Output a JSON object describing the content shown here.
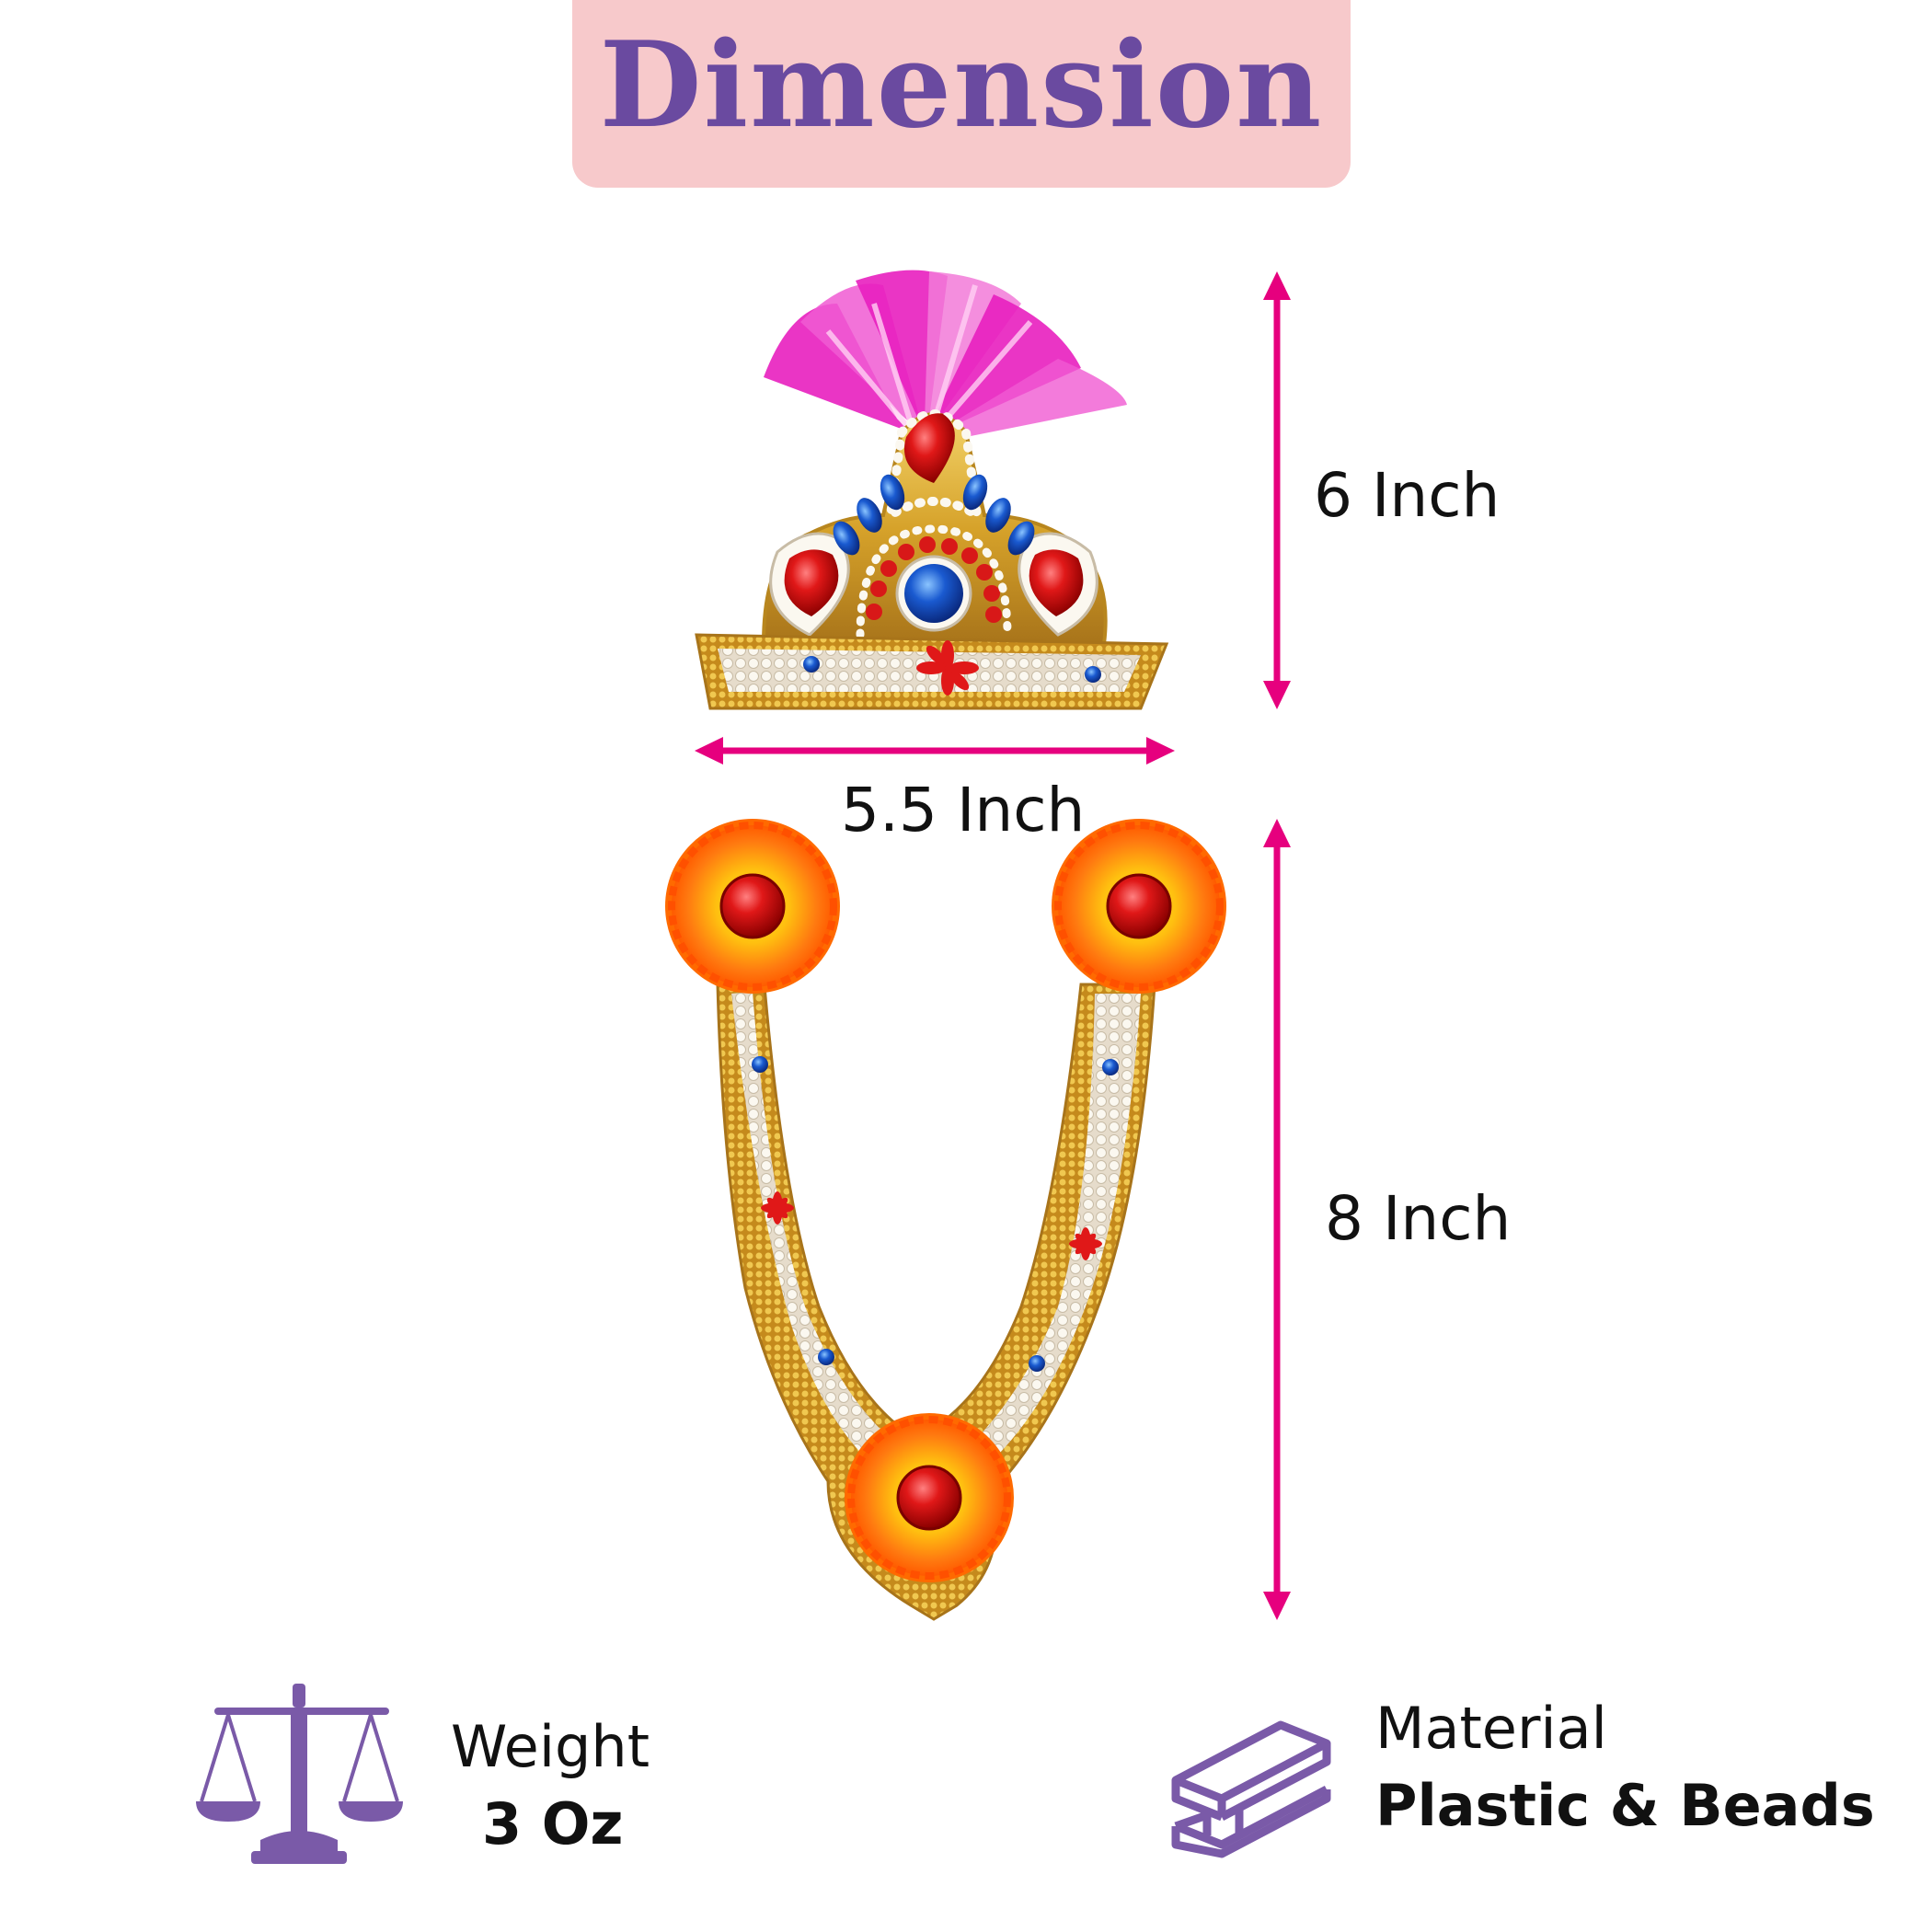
{
  "title": "Dimension",
  "dimensions": {
    "crown_height": "6 Inch",
    "crown_width": "5.5 Inch",
    "necklace_height": "8 Inch"
  },
  "specs": {
    "weight": {
      "label": "Weight",
      "value": "3 Oz",
      "icon": "scale-icon"
    },
    "material": {
      "label": "Material",
      "value": "Plastic & Beads",
      "icon": "i-beam-icon"
    }
  },
  "colors": {
    "accent": "#e6007e",
    "title": "#6a4aa0",
    "banner": "#f7c9cb",
    "icon": "#7a5aa8"
  }
}
